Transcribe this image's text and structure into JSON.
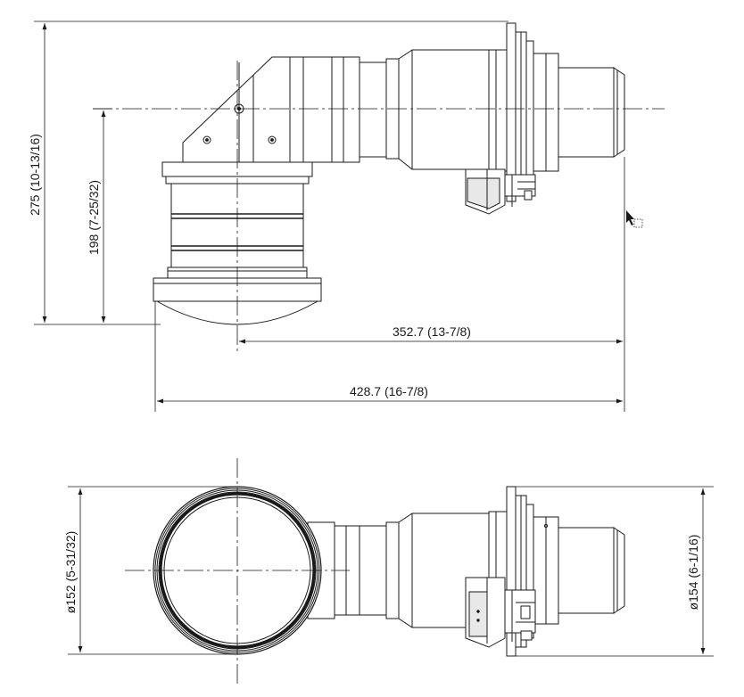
{
  "dimensions": {
    "width_short": "352.7 (13-7/8)",
    "width_total": "428.7 (16-7/8)",
    "height_total": "275 (10-13/16)",
    "height_axis": "198 (7-25/32)",
    "diameter_front": "ø152 (5-31/32)",
    "diameter_rear": "ø154 (6-1/16)"
  }
}
